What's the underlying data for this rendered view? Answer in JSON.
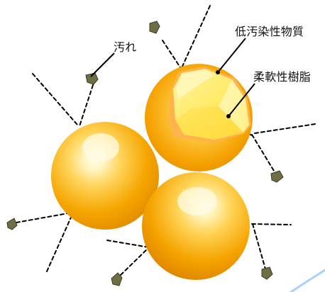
{
  "labels": {
    "dirt": "汚れ",
    "low_pollution_material": "低汚染性物質",
    "soft_resin": "柔軟性樹脂"
  },
  "colors": {
    "background": "#ffffff",
    "dirt_particle": "#6f6e45",
    "sphere_orange": "#f4a000",
    "sphere_highlight": "#fff8c8",
    "coating_orange": "#ffb14a",
    "inner_yellow": "#ffe95a",
    "outline": "#000000"
  },
  "icons": {
    "dirt_particle": "irregular-particle",
    "leader_line": "line-pointer"
  }
}
